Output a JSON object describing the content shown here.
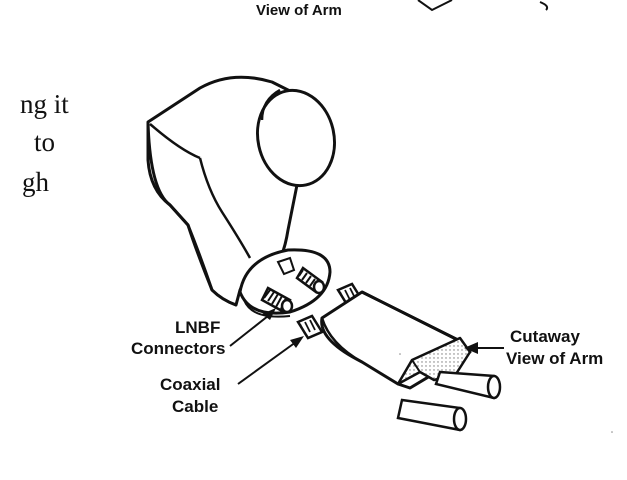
{
  "top_label": "View of Arm",
  "side_text": [
    "ng it",
    "to",
    "gh"
  ],
  "labels": {
    "lnbf_line1": "LNBF",
    "lnbf_line2": "Connectors",
    "coax_line1": "Coaxial",
    "coax_line2": "Cable",
    "cutaway_line1": "Cutaway",
    "cutaway_line2": "View of Arm"
  },
  "colors": {
    "ink": "#111111",
    "paper": "#ffffff",
    "shade": "#d8d8d8"
  }
}
